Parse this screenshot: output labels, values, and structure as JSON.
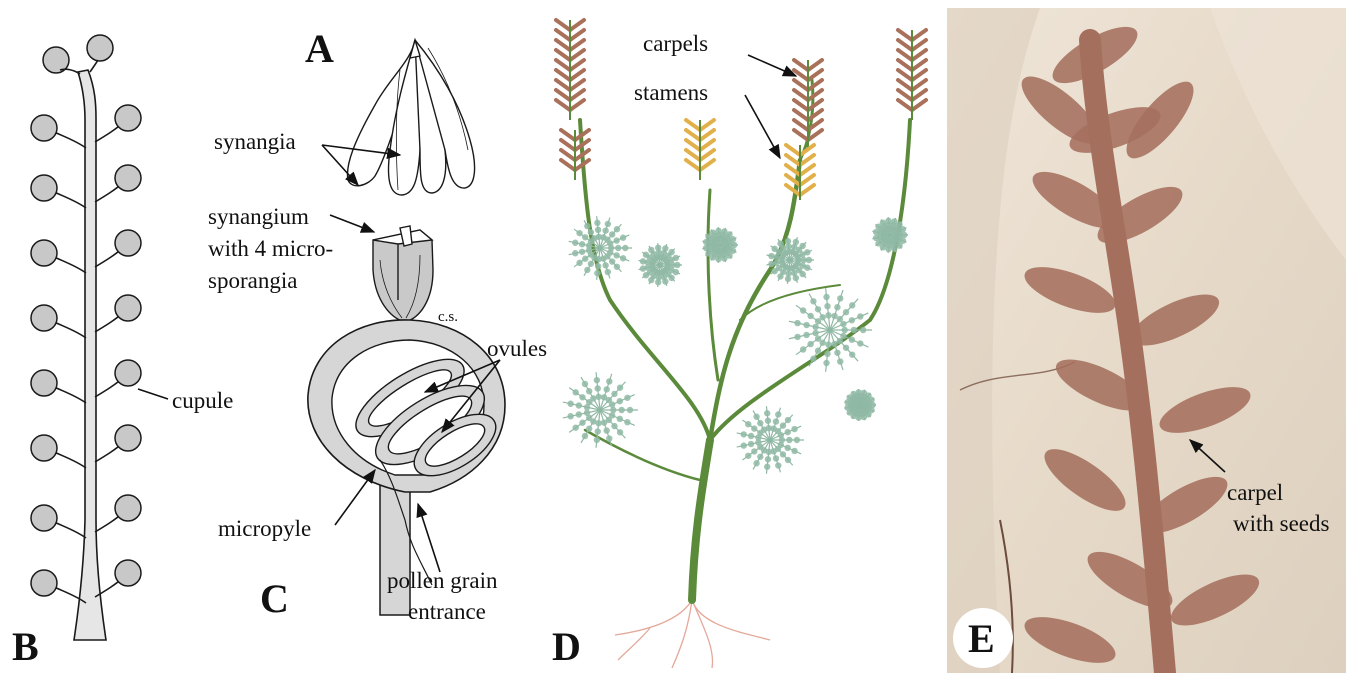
{
  "panels": {
    "A": {
      "letter": "A",
      "labels": {
        "synangia": "synangia",
        "synangium_line1": "synangium",
        "synangium_line2": "with 4 micro-",
        "synangium_line3": "sporangia",
        "cross_section": "c.s."
      }
    },
    "B": {
      "letter": "B",
      "labels": {
        "cupule": "cupule"
      }
    },
    "C": {
      "letter": "C",
      "labels": {
        "ovules": "ovules",
        "micropyle": "micropyle",
        "pollen_line1": "pollen grain",
        "pollen_line2": "entrance"
      }
    },
    "D": {
      "letter": "D",
      "labels": {
        "carpels": "carpels",
        "stamens": "stamens"
      }
    },
    "E": {
      "letter": "E",
      "labels": {
        "carpel_line1": "carpel",
        "carpel_line2": "with seeds"
      }
    }
  },
  "colors": {
    "line_drawing_fill": "#e6e6e6",
    "cupule_fill": "#c8c8c8",
    "stem_green": "#5b8a3a",
    "leaf_green": "#8fb8a4",
    "carpel_brown": "#a9705a",
    "stamen_yellow": "#e2b04a",
    "fossil_rock": "#e8dccd",
    "fossil_tissue": "#a56f5e"
  }
}
